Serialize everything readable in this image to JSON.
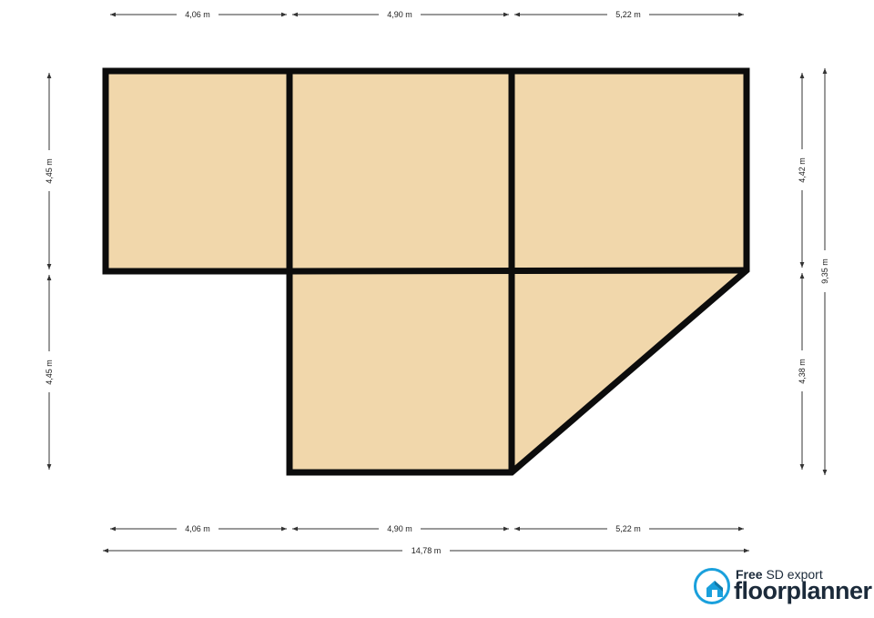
{
  "dimensions": {
    "top": [
      "4,06 m",
      "4,90 m",
      "5,22 m"
    ],
    "bottom": [
      "4,06 m",
      "4,90 m",
      "5,22 m"
    ],
    "total": "14,78 m",
    "left": [
      "4,45 m",
      "4,45 m"
    ],
    "right_inner": [
      "4,42 m",
      "4,38 m"
    ],
    "right_total": "9,35 m"
  },
  "colors": {
    "floor": "#f1d7ab",
    "wall": "#0c0c0c",
    "dimension_line": "#333333",
    "brand_blue": "#1aa0dc"
  },
  "logo": {
    "badge_bold": "Free",
    "badge_rest": " SD export",
    "brand": "floorplanner",
    "icon": "floorplanner-house-icon"
  }
}
